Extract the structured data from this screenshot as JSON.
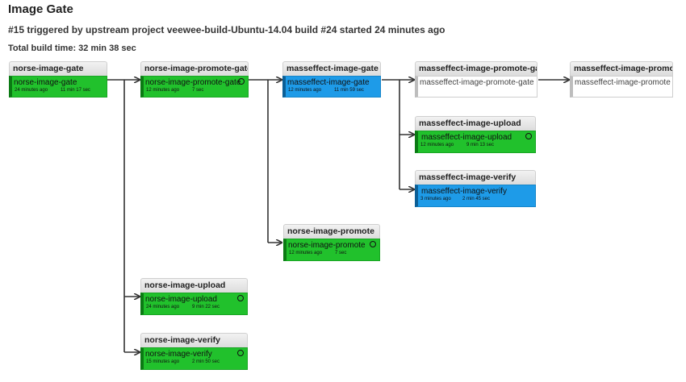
{
  "page": {
    "title": "Image Gate",
    "trigger": "#15 triggered by upstream project veewee-build-Ubuntu-14.04 build #24 started 24 minutes ago",
    "total_build_time": "Total build time: 32 min 38 sec"
  },
  "jobs": {
    "norse_image_gate": {
      "name": "norse-image-gate",
      "build": "norse-image-gate",
      "started": "24 minutes ago",
      "duration": "11 min 17 sec",
      "status": "success"
    },
    "norse_image_promote_gate": {
      "name": "norse-image-promote-gate",
      "build": "norse-image-promote-gate",
      "started": "12 minutes ago",
      "duration": "7 sec",
      "status": "success"
    },
    "masseffect_image_gate": {
      "name": "masseffect-image-gate",
      "build": "masseffect-image-gate",
      "started": "12 minutes ago",
      "duration": "11 min 59 sec",
      "status": "running"
    },
    "masseffect_image_promote_gate": {
      "name": "masseffect-image-promote-gate",
      "build": "masseffect-image-promote-gate",
      "status": "pending"
    },
    "masseffect_image_promote": {
      "name": "masseffect-image-promote",
      "build": "masseffect-image-promote",
      "status": "pending"
    },
    "masseffect_image_upload": {
      "name": "masseffect-image-upload",
      "build": "masseffect-image-upload",
      "started": "12 minutes ago",
      "duration": "9 min 13 sec",
      "status": "success"
    },
    "masseffect_image_verify": {
      "name": "masseffect-image-verify",
      "build": "masseffect-image-verify",
      "started": "3 minutes ago",
      "duration": "2 min 45 sec",
      "status": "running"
    },
    "norse_image_promote": {
      "name": "norse-image-promote",
      "build": "norse-image-promote",
      "started": "12 minutes ago",
      "duration": "7 sec",
      "status": "success"
    },
    "norse_image_upload": {
      "name": "norse-image-upload",
      "build": "norse-image-upload",
      "started": "24 minutes ago",
      "duration": "9 min 22 sec",
      "status": "success"
    },
    "norse_image_verify": {
      "name": "norse-image-verify",
      "build": "norse-image-verify",
      "started": "15 minutes ago",
      "duration": "2 min 50 sec",
      "status": "success"
    }
  },
  "icons": {
    "rerun": "rerun-icon",
    "arrow": "arrow-right-icon"
  },
  "colors": {
    "success": "#21c12c",
    "running": "#1e9be8",
    "pending": "#ffffff",
    "header": "#e0e0e0"
  }
}
